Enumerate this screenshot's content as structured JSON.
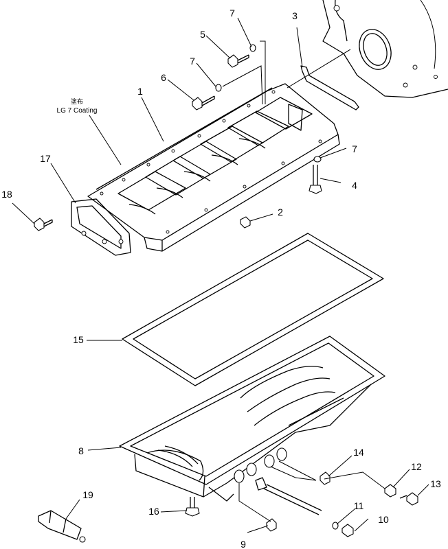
{
  "diagram": {
    "note": {
      "line1": "塗布",
      "line2": "LG 7 Coating"
    },
    "callouts": {
      "c1": "1",
      "c2": "2",
      "c3": "3",
      "c4": "4",
      "c5": "5",
      "c6": "6",
      "c7a": "7",
      "c7b": "7",
      "c7c": "7",
      "c8": "8",
      "c9": "9",
      "c10": "10",
      "c11": "11",
      "c12": "12",
      "c13": "13",
      "c14": "14",
      "c15": "15",
      "c16": "16",
      "c17": "17",
      "c18": "18",
      "c19": "19"
    }
  }
}
